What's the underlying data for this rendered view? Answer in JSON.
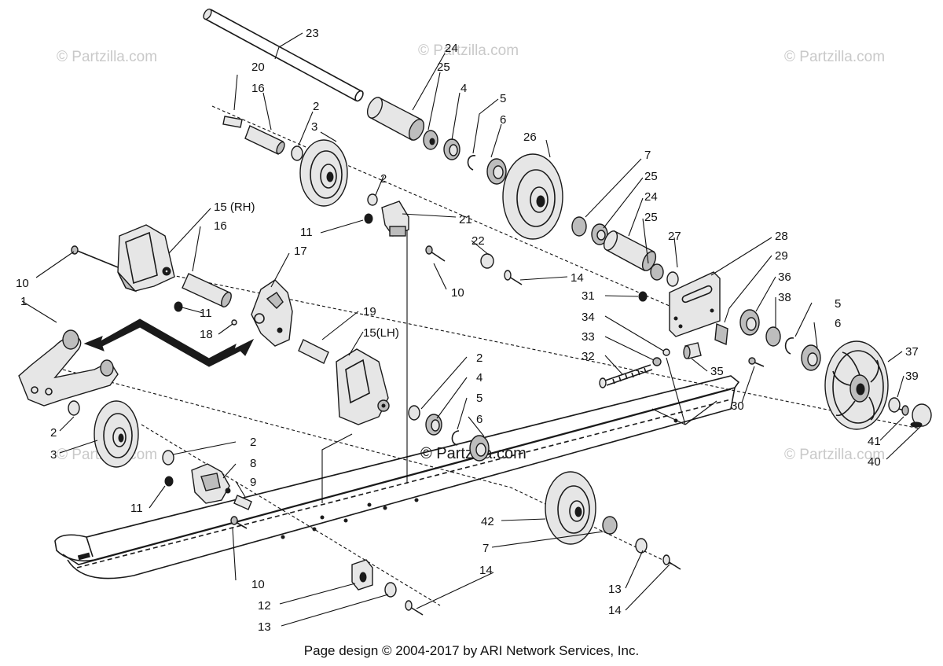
{
  "diagram": {
    "watermark": "© Partzilla.com",
    "footer": "Page design © 2004-2017 by ARI Network Services, Inc.",
    "callouts": [
      {
        "id": "c23",
        "label": "23"
      },
      {
        "id": "c20",
        "label": "20"
      },
      {
        "id": "c16a",
        "label": "16"
      },
      {
        "id": "c2a",
        "label": "2"
      },
      {
        "id": "c3a",
        "label": "3"
      },
      {
        "id": "c24a",
        "label": "24"
      },
      {
        "id": "c25a",
        "label": "25"
      },
      {
        "id": "c4a",
        "label": "4"
      },
      {
        "id": "c5a",
        "label": "5"
      },
      {
        "id": "c6a",
        "label": "6"
      },
      {
        "id": "c26",
        "label": "26"
      },
      {
        "id": "c7a",
        "label": "7"
      },
      {
        "id": "c25b",
        "label": "25"
      },
      {
        "id": "c24b",
        "label": "24"
      },
      {
        "id": "c25c",
        "label": "25"
      },
      {
        "id": "c27",
        "label": "27"
      },
      {
        "id": "c28",
        "label": "28"
      },
      {
        "id": "c29",
        "label": "29"
      },
      {
        "id": "c36",
        "label": "36"
      },
      {
        "id": "c38",
        "label": "38"
      },
      {
        "id": "c5b",
        "label": "5"
      },
      {
        "id": "c6b",
        "label": "6"
      },
      {
        "id": "c37",
        "label": "37"
      },
      {
        "id": "c39",
        "label": "39"
      },
      {
        "id": "c41",
        "label": "41"
      },
      {
        "id": "c40",
        "label": "40"
      },
      {
        "id": "c15rh",
        "label": "15 (RH)"
      },
      {
        "id": "c16b",
        "label": "16"
      },
      {
        "id": "c17",
        "label": "17"
      },
      {
        "id": "c2b",
        "label": "2"
      },
      {
        "id": "c21",
        "label": "21"
      },
      {
        "id": "c11a",
        "label": "11"
      },
      {
        "id": "c22",
        "label": "22"
      },
      {
        "id": "c10a",
        "label": "10"
      },
      {
        "id": "c14a",
        "label": "14"
      },
      {
        "id": "c10b",
        "label": "10"
      },
      {
        "id": "c11b",
        "label": "11"
      },
      {
        "id": "c1",
        "label": "1"
      },
      {
        "id": "c18",
        "label": "18"
      },
      {
        "id": "c19",
        "label": "19"
      },
      {
        "id": "c15lh",
        "label": "15(LH)"
      },
      {
        "id": "c31",
        "label": "31"
      },
      {
        "id": "c34",
        "label": "34"
      },
      {
        "id": "c33",
        "label": "33"
      },
      {
        "id": "c32",
        "label": "32"
      },
      {
        "id": "c35",
        "label": "35"
      },
      {
        "id": "c30",
        "label": "30"
      },
      {
        "id": "c2c",
        "label": "2"
      },
      {
        "id": "c4b",
        "label": "4"
      },
      {
        "id": "c5c",
        "label": "5"
      },
      {
        "id": "c6c",
        "label": "6"
      },
      {
        "id": "c2d",
        "label": "2"
      },
      {
        "id": "c3b",
        "label": "3"
      },
      {
        "id": "c2e",
        "label": "2"
      },
      {
        "id": "c8",
        "label": "8"
      },
      {
        "id": "c9",
        "label": "9"
      },
      {
        "id": "c11c",
        "label": "11"
      },
      {
        "id": "c42",
        "label": "42"
      },
      {
        "id": "c7b",
        "label": "7"
      },
      {
        "id": "c10c",
        "label": "10"
      },
      {
        "id": "c14b",
        "label": "14"
      },
      {
        "id": "c13a",
        "label": "13"
      },
      {
        "id": "c12",
        "label": "12"
      },
      {
        "id": "c13b",
        "label": "13"
      },
      {
        "id": "c14c",
        "label": "14"
      }
    ]
  }
}
